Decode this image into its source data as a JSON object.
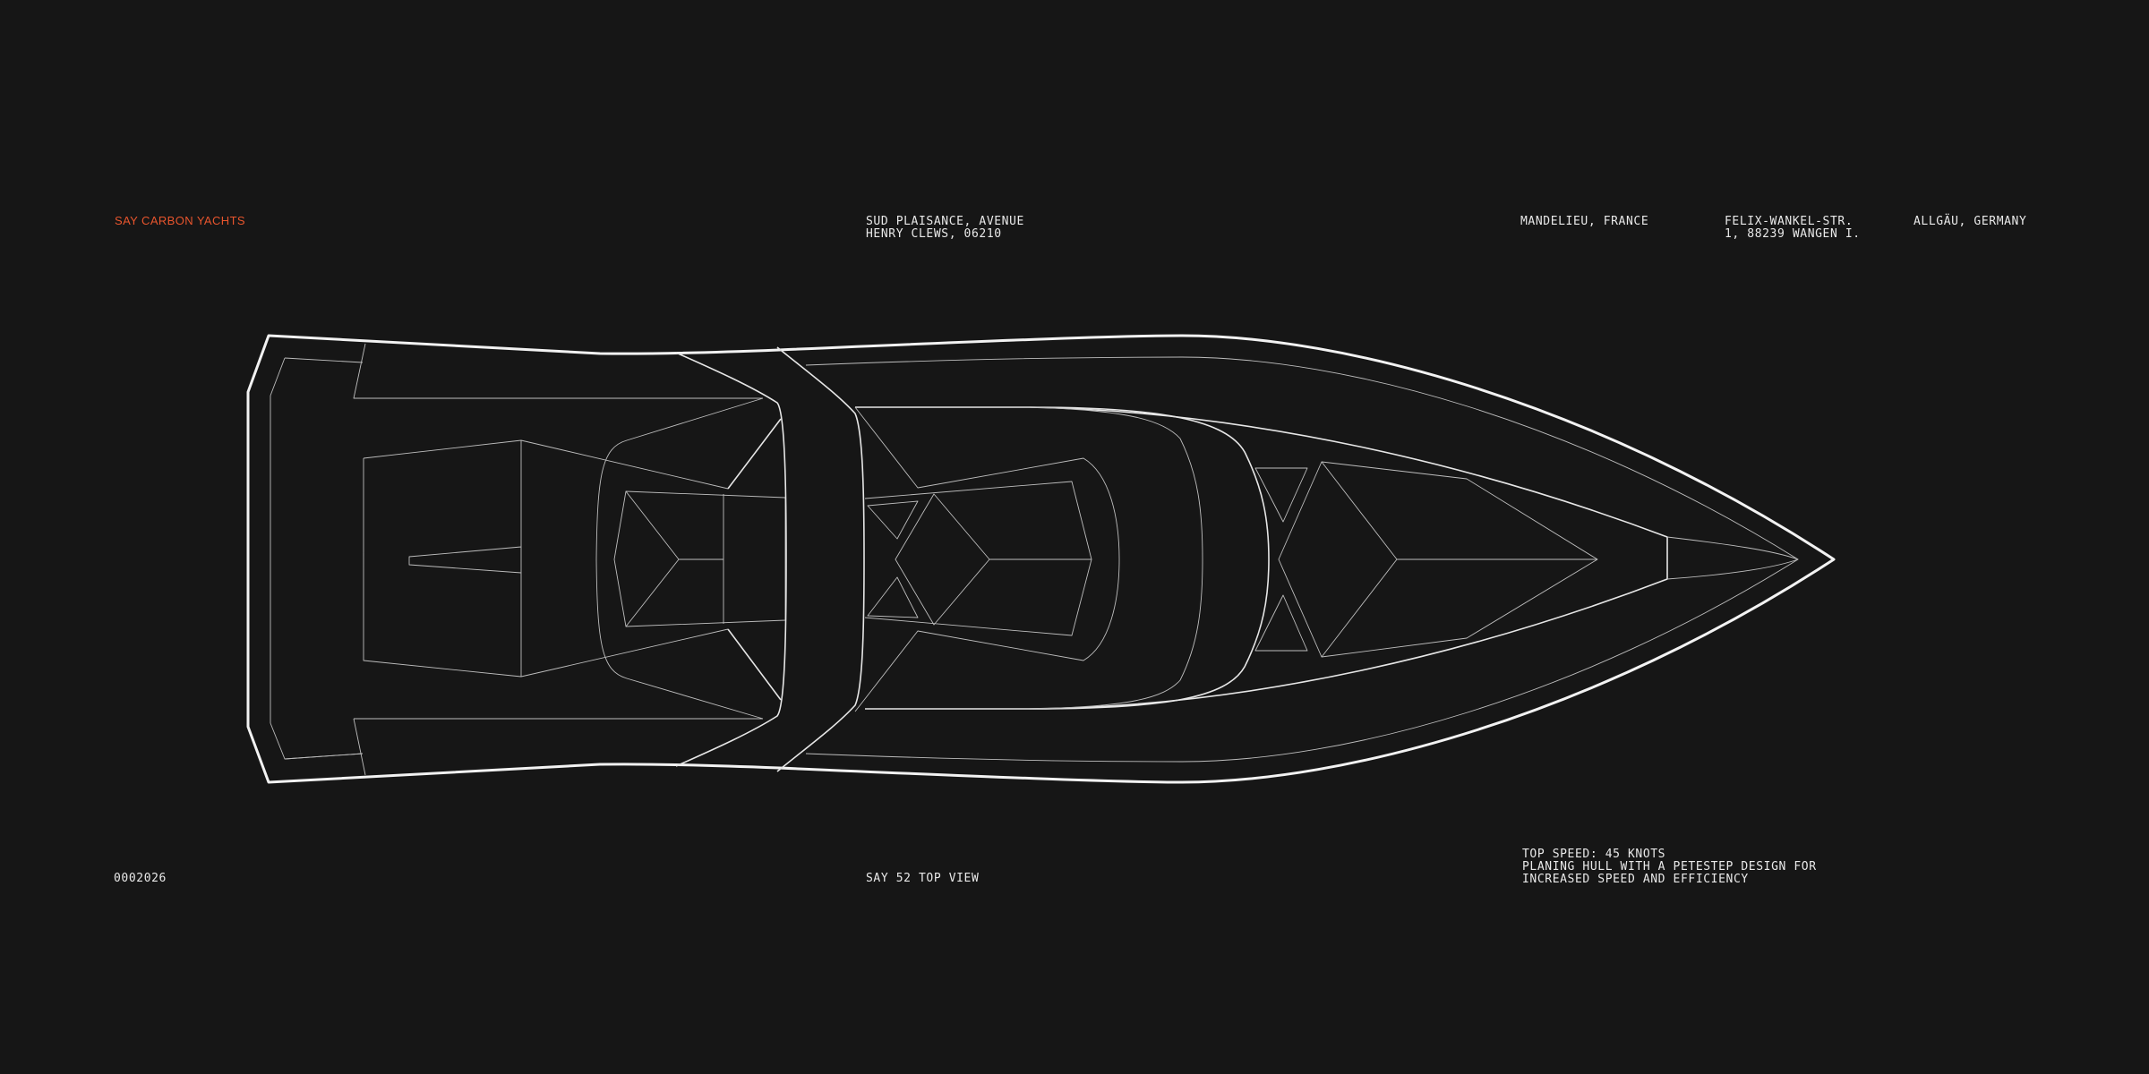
{
  "brand": {
    "name": "SAY CARBON YACHTS",
    "accent_color": "#e8552d"
  },
  "header": {
    "address_street": [
      "SUD PLAISANCE, AVENUE",
      "HENRY CLEWS, 06210"
    ],
    "address_city": "MANDELIEU, FRANCE",
    "address_germany": [
      "FELIX-WANKEL-STR.",
      "1, 88239 WANGEN I."
    ],
    "region_germany": "ALLGÄU, GERMANY"
  },
  "footer": {
    "reference": "0002026",
    "caption": "SAY 52 TOP VIEW",
    "specs": [
      "TOP SPEED: 45 KNOTS",
      "PLANING HULL WITH A PETESTEP DESIGN FOR",
      "INCREASED SPEED AND EFFICIENCY"
    ]
  },
  "colors": {
    "background": "#161616",
    "line": "#e6e6e6",
    "text": "#e9e9e9"
  }
}
